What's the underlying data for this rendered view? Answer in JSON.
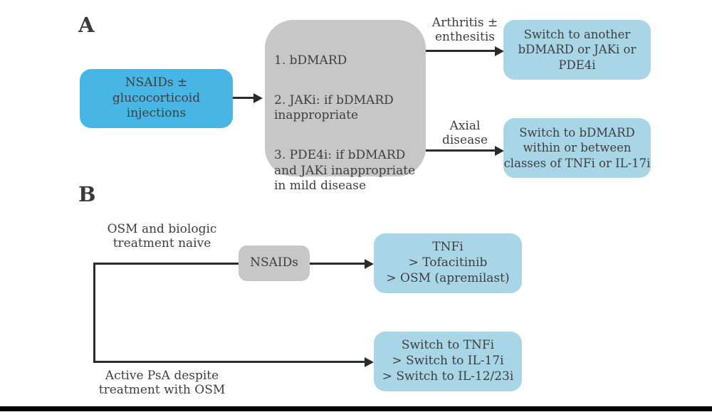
{
  "figure": {
    "panel_a": {
      "label": "A",
      "start_box": "NSAIDs ± glucocorticoid\ninjections",
      "options": [
        "1. bDMARD",
        "2. JAKi: if bDMARD\ninappropriate",
        "3. PDE4i: if bDMARD\nand JAKi inappropriate\nin mild disease"
      ],
      "branch1_label": "Arthritis ±\nenthesitis",
      "branch1_outcome": "Switch to another\nbDMARD or JAKi or\nPDE4i",
      "branch2_label": "Axial\ndisease",
      "branch2_outcome": "Switch to bDMARD\nwithin or between\nclasses of TNFi or IL-17i"
    },
    "panel_b": {
      "label": "B",
      "branch1_label": "OSM and biologic\ntreatment naive",
      "branch1_via": "NSAIDs",
      "branch1_outcome": "TNFi\n> Tofacitinib\n> OSM (apremilast)",
      "branch2_label": "Active PsA despite\ntreatment with OSM",
      "branch2_outcome": "Switch to TNFi\n> Switch to IL-17i\n> Switch to IL-12/23i"
    },
    "colors": {
      "bright_blue": "#47b6e5",
      "light_blue": "#a9d6e6",
      "gray": "#c7c7c7",
      "line": "#2b2b2b",
      "text": "#3e3e3e"
    }
  }
}
